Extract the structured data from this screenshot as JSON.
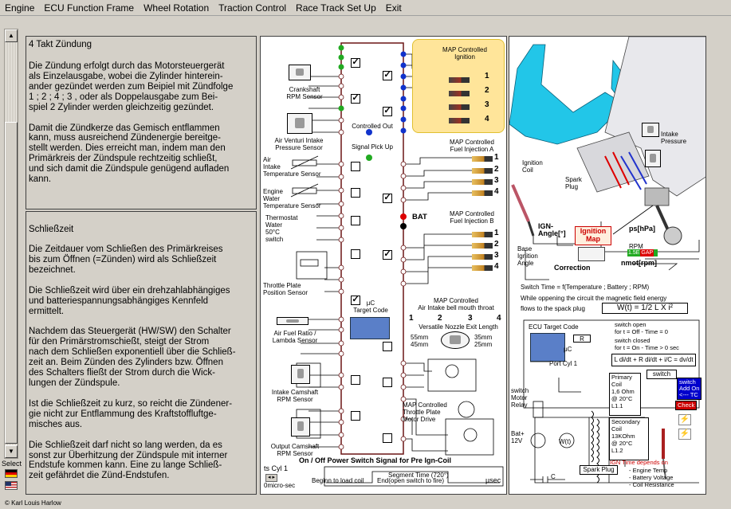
{
  "menu": [
    "Engine",
    "ECU Function Frame",
    "Wheel Rotation",
    "Traction Control",
    "Race Track Set Up",
    "Exit"
  ],
  "sidebar": {
    "select_label": "Select"
  },
  "panel1": {
    "title": "4 Takt Zündung",
    "paragraphs": [
      "Die Zündung erfolgt durch das Motorsteuergerät\nals Einzelausgabe, wobei die Zylinder hinterein-\nander gezündet werden zum Beipiel mit Zündfolge\n1 ; 2 ; 4 ; 3 , oder als Doppelausgabe zum Bei-\nspiel 2 Zylinder werden gleichzeitig gezündet.",
      "Damit die Zündkerze das Gemisch entflammen\nkann, muss ausreichend Zündenergie bereitge-\nstellt werden. Dies erreicht man, indem man den\nPrimärkreis der Zündspule rechtzeitig schließt,\nund sich damit die Zündspule genügend aufladen\nkann."
    ]
  },
  "panel2": {
    "title": "Schließzeit",
    "paragraphs": [
      "Die Zeitdauer vom Schließen des Primärkreises\nbis zum Öffnen (=Zünden) wird als Schließzeit\nbezeichnet.",
      "Die Schließzeit wird über ein drehzahlabhängiges\nund batteriespannungsabhängiges Kennfeld\nermittelt.",
      "Nachdem das Steuergerät (HW/SW) den Schalter\nfür den Primärstromschießt, steigt der Strom\nnach dem Schließen exponentiell über die Schließ-\nzeit an. Beim Zünden des Zylinders bzw. Öffnen\ndes Schalters fließt der Strom durch die Wick-\nlungen der Zündspule.",
      "Ist die Schließzeit zu kurz, so reicht die Zündener-\ngie nicht zur Entflammung des Kraftstoffluftge-\nmisches aus.",
      "Die Schließzeit darf nicht so lang werden, da es\nsonst zur Überhitzung der Zündspule mit interner\nEndstufe kommen kann. Eine zu lange Schließ-\nzeit gefährdet die Zünd-Endstufen."
    ]
  },
  "diagram": {
    "sensors": {
      "crankshaft": "Crankshaft\nRPM Sensor",
      "air_venturi": "Air Venturi Intake\nPressure Sensor",
      "air_intake_temp": "Air\nIntake\nTemperature Sensor",
      "engine_water": "Engine\nWater\nTemperature Sensor",
      "thermostat": "Thermostat\nWater\n50°C\nswitch",
      "throttle_plate": "Throttle Plate\nPosition Sensor",
      "air_fuel_ratio": "Air Fuel Ratio /\nLambda Sensor",
      "intake_camshaft": "Intake Camshaft\nRPM Sensor",
      "output_camshaft": "Output Camshaft\nRPM Sensor"
    },
    "outputs": {
      "map_ignition": "MAP Controlled\nIgnition",
      "map_injection_a": "MAP Controlled\nFuel Injection A",
      "map_injection_b": "MAP Controlled\nFuel Injection B",
      "bell_mouth": "MAP Controlled\nAir Intake bell mouth throat",
      "versatile_nozzle": "Versatile Nozzle Exit Length",
      "throttle_motor": "MAP Controlled\nThrottle Plate\nMotor Drive"
    },
    "controlled_out": "Controlled Out",
    "signal_pick_up": "Signal Pick Up",
    "bat": "BAT",
    "uc_target": "µC\nTarget Code",
    "cyl_numbers": [
      "1",
      "2",
      "3",
      "4"
    ],
    "bell_numbers": [
      "1",
      "2",
      "3",
      "4"
    ],
    "nozzle_left": "55mm\n45mm",
    "nozzle_right": "35mm\n25mm",
    "power_switch_title": "On / Off Power Switch Signal for Pre Ign-Coil",
    "ts_cyl": "ts Cyl 1",
    "micro_sec": "0micro-sec",
    "segment_time": "Segment Time (720°)",
    "begin_load": "Beginn to load coil",
    "end_open": "End(open switch to fire)",
    "usec": "µsec"
  },
  "engine": {
    "intake_pressure": "Intake\nPressure",
    "ignition_coil": "Ignition\nCoil",
    "spark_plug": "Spark\nPlug",
    "ign_angle": "IGN-\nAngle[°]",
    "ignition_map": "Ignition\nMap",
    "ps_hpa": "ps[hPa]",
    "base_angle": "Base\nIgnition\nAngle",
    "rpm": "RPM",
    "rpm_value": "1.5E",
    "rpm_gap": "GAP",
    "nmot": "nmot[rpm]",
    "correction": "Correction",
    "switch_time": "Switch Time = f(Temperature ; Battery ; RPM)",
    "while_opening": "While oppening the circuit the magnetic field energy",
    "flows": "flows to the spack plug",
    "energy_formula": "W(t) = 1/2 L X i²",
    "ecu_target": "ECU Target Code",
    "r_label": "R",
    "uc_label": "µC",
    "port_cyl": "Port Cyl 1",
    "switch_open": "switch open\nfor t = Off - Time = 0",
    "switch_closed": "switch closed\nfor t = On - Time > 0 sec",
    "ldi_formula": "L di/dt + R di/dt + i/C = dv/dt",
    "switch_label": "switch",
    "switch_add_on": "switch\nAdd On\n<--- TC",
    "check": "Check",
    "primary_coil": "Primary\nCoil\n1,6 Ohm\n@ 20°C\nL1.1",
    "secondary_coil": "Secondary\nCoil\n13KOhm\n@ 20°C\nL1.2",
    "switch_motor_relay": "switch\nMotor\nRelay",
    "bat": "Bat+\n12V",
    "wt": "W(t)",
    "spark_plug_box": "Spark Plug",
    "c_label": "C",
    "ign_time_note": "IGN Time depends on",
    "ign_items": [
      "- Engine Temp",
      "- Battery Voltage",
      "- Coil Resistance"
    ]
  },
  "status": {
    "copyright": "© Karl Louis Harlow"
  }
}
